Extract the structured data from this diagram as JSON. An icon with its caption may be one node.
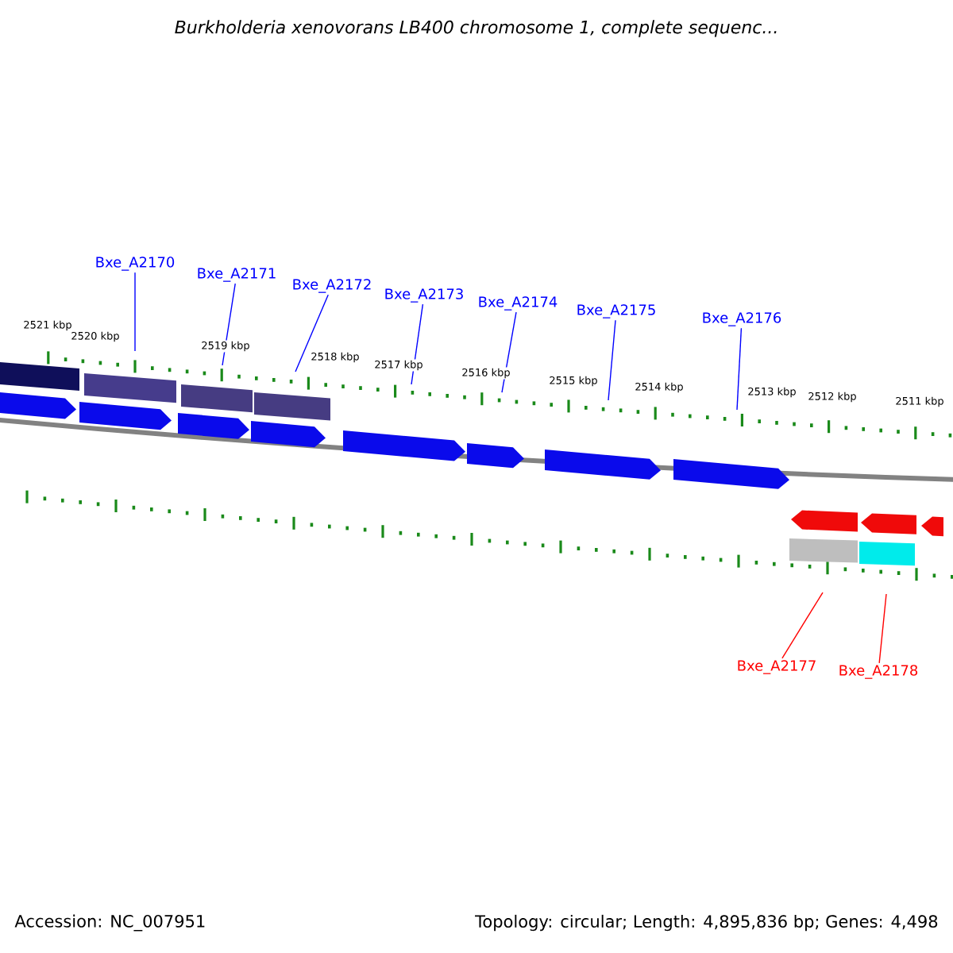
{
  "diagram": {
    "title": "Burkholderia xenovorans LB400 chromosome 1, complete sequenc...",
    "nodes": [
      {
        "text": [
          "Bxe_A2170"
        ]
      },
      {
        "text": [
          "Bxe_A2171"
        ]
      },
      {
        "text": [
          "Bxe_A2172"
        ]
      },
      {
        "text": [
          "Bxe_A2173"
        ]
      },
      {
        "text": [
          "Bxe_A2174"
        ]
      },
      {
        "text": [
          "Bxe_A2175"
        ]
      },
      {
        "text": [
          "Bxe_A2176"
        ]
      },
      {
        "text": [
          "Bxe_A2177"
        ]
      },
      {
        "text": [
          "Bxe_A2178"
        ]
      }
    ],
    "edges": [
      {
        "from": 0,
        "to": null,
        "arrow": "none"
      },
      {
        "from": 1,
        "to": null,
        "arrow": "none"
      },
      {
        "from": 2,
        "to": null,
        "arrow": "none"
      },
      {
        "from": 3,
        "to": null,
        "arrow": "none"
      },
      {
        "from": 4,
        "to": null,
        "arrow": "none"
      },
      {
        "from": 5,
        "to": null,
        "arrow": "none"
      },
      {
        "from": 6,
        "to": null,
        "arrow": "none"
      },
      {
        "from": 7,
        "to": null,
        "arrow": "none",
        "color": "#ff0000"
      },
      {
        "from": 8,
        "to": null,
        "arrow": "none",
        "color": "#ff0000"
      }
    ],
    "labels": [
      "2521 kbp",
      "2520 kbp",
      "2519 kbp",
      "2518 kbp",
      "2517 kbp",
      "2516 kbp",
      "2515 kbp",
      "2514 kbp",
      "2513 kbp",
      "2512 kbp",
      "2511 kbp",
      "Accession: NC_007951",
      "Topology: circular; Length: 4,895,836 bp; Genes: 4,498"
    ]
  }
}
